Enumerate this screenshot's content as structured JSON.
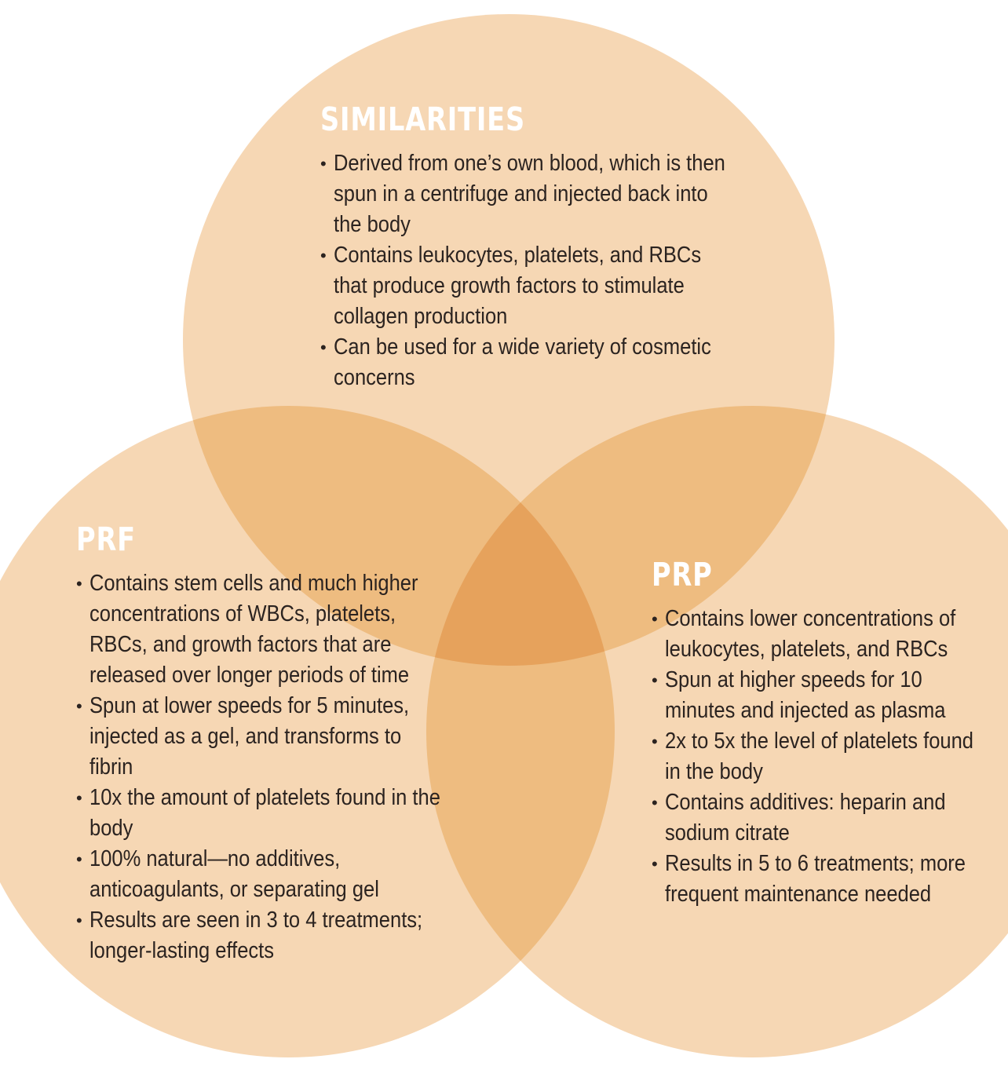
{
  "colors": {
    "circle_fill": "#f6d7b4",
    "pair_overlap": "#eebc80",
    "center_overlap": "#e6a25c",
    "heading": "#ffffff",
    "body_text": "#2b2320"
  },
  "similarities": {
    "title": "SIMILARITIES",
    "items": [
      "Derived from one’s own blood, which is then spun in a centrifuge and injected back into the body",
      "Contains leukocytes, platelets, and RBCs that produce growth factors to stimulate collagen production",
      "Can be used for a wide variety of cosmetic concerns"
    ]
  },
  "prf": {
    "title": "PRF",
    "items": [
      "Contains stem cells and much higher concentrations of WBCs, platelets, RBCs, and growth factors that are released over longer periods of time",
      "Spun at lower speeds for 5 minutes, injected as a gel, and transforms to fibrin",
      "10x the amount of platelets found in the body",
      "100% natural—no additives, anticoagulants, or separating gel",
      "Results are seen in 3 to 4 treatments; longer-lasting effects"
    ]
  },
  "prp": {
    "title": "PRP",
    "items": [
      "Contains lower concentrations of leukocytes, platelets, and RBCs",
      "Spun at higher speeds for 10 minutes and injected as plasma",
      "2x to 5x the level of platelets found in the body",
      "Contains additives: heparin and sodium citrate",
      "Results in 5 to 6 treatments; more frequent maintenance needed"
    ]
  }
}
